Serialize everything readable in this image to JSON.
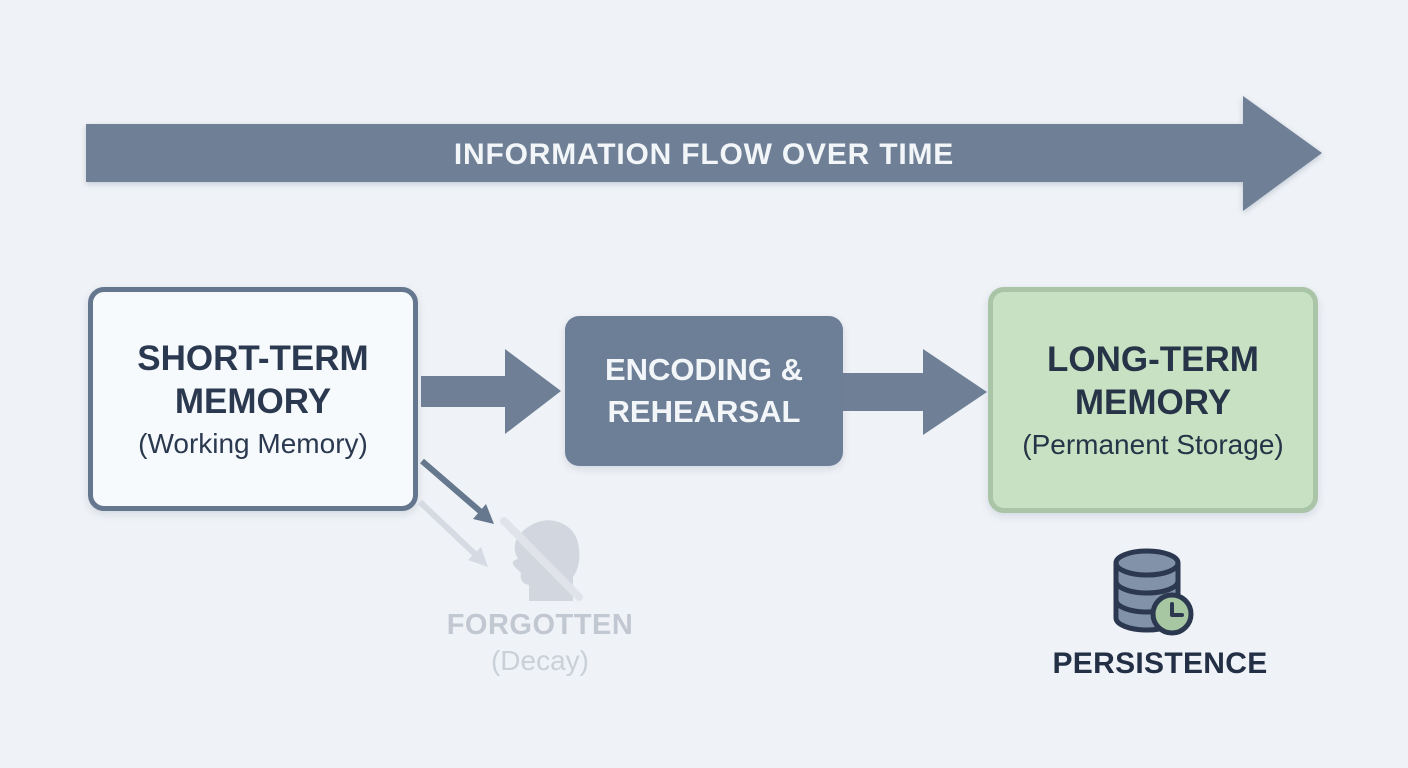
{
  "diagram": {
    "timeline": {
      "label": "INFORMATION FLOW OVER TIME"
    },
    "short_term": {
      "title_line1": "SHORT-TERM",
      "title_line2": "MEMORY",
      "subtitle": "(Working Memory)"
    },
    "encoding": {
      "title_line1": "ENCODING &",
      "title_line2": "REHEARSAL"
    },
    "long_term": {
      "title_line1": "LONG-TERM",
      "title_line2": "MEMORY",
      "subtitle": "(Permanent Storage)"
    },
    "forgotten": {
      "label": "FORGOTTEN",
      "sublabel": "(Decay)",
      "icon": "head-slash-icon"
    },
    "persistence": {
      "label": "PERSISTENCE",
      "icon": "database-clock-icon"
    }
  },
  "colors": {
    "background": "#eff2f6",
    "slate_arrow": "#6e7f96",
    "encoding_fill": "#6d7f97",
    "stm_fill": "#f7fafc",
    "stm_border": "#64778e",
    "dark_text": "#2b3950",
    "ltm_fill": "#c7e1c2",
    "ltm_border": "#aac4a8",
    "ltm_text": "#273447",
    "white_text": "#f3f6f9",
    "faded_text": "#c2c8d2",
    "faded_subtext": "#cad0d8",
    "decay_arrow_dark": "#66788e",
    "decay_arrow_light": "#d6dbe3",
    "head_icon_fill": "#d2d7df",
    "slash_color": "#e0e4ea",
    "icon_outline": "#2b3850",
    "db_fill": "#8293a9",
    "clock_fill": "#a6c7a1",
    "persistence_text": "#222f45"
  }
}
